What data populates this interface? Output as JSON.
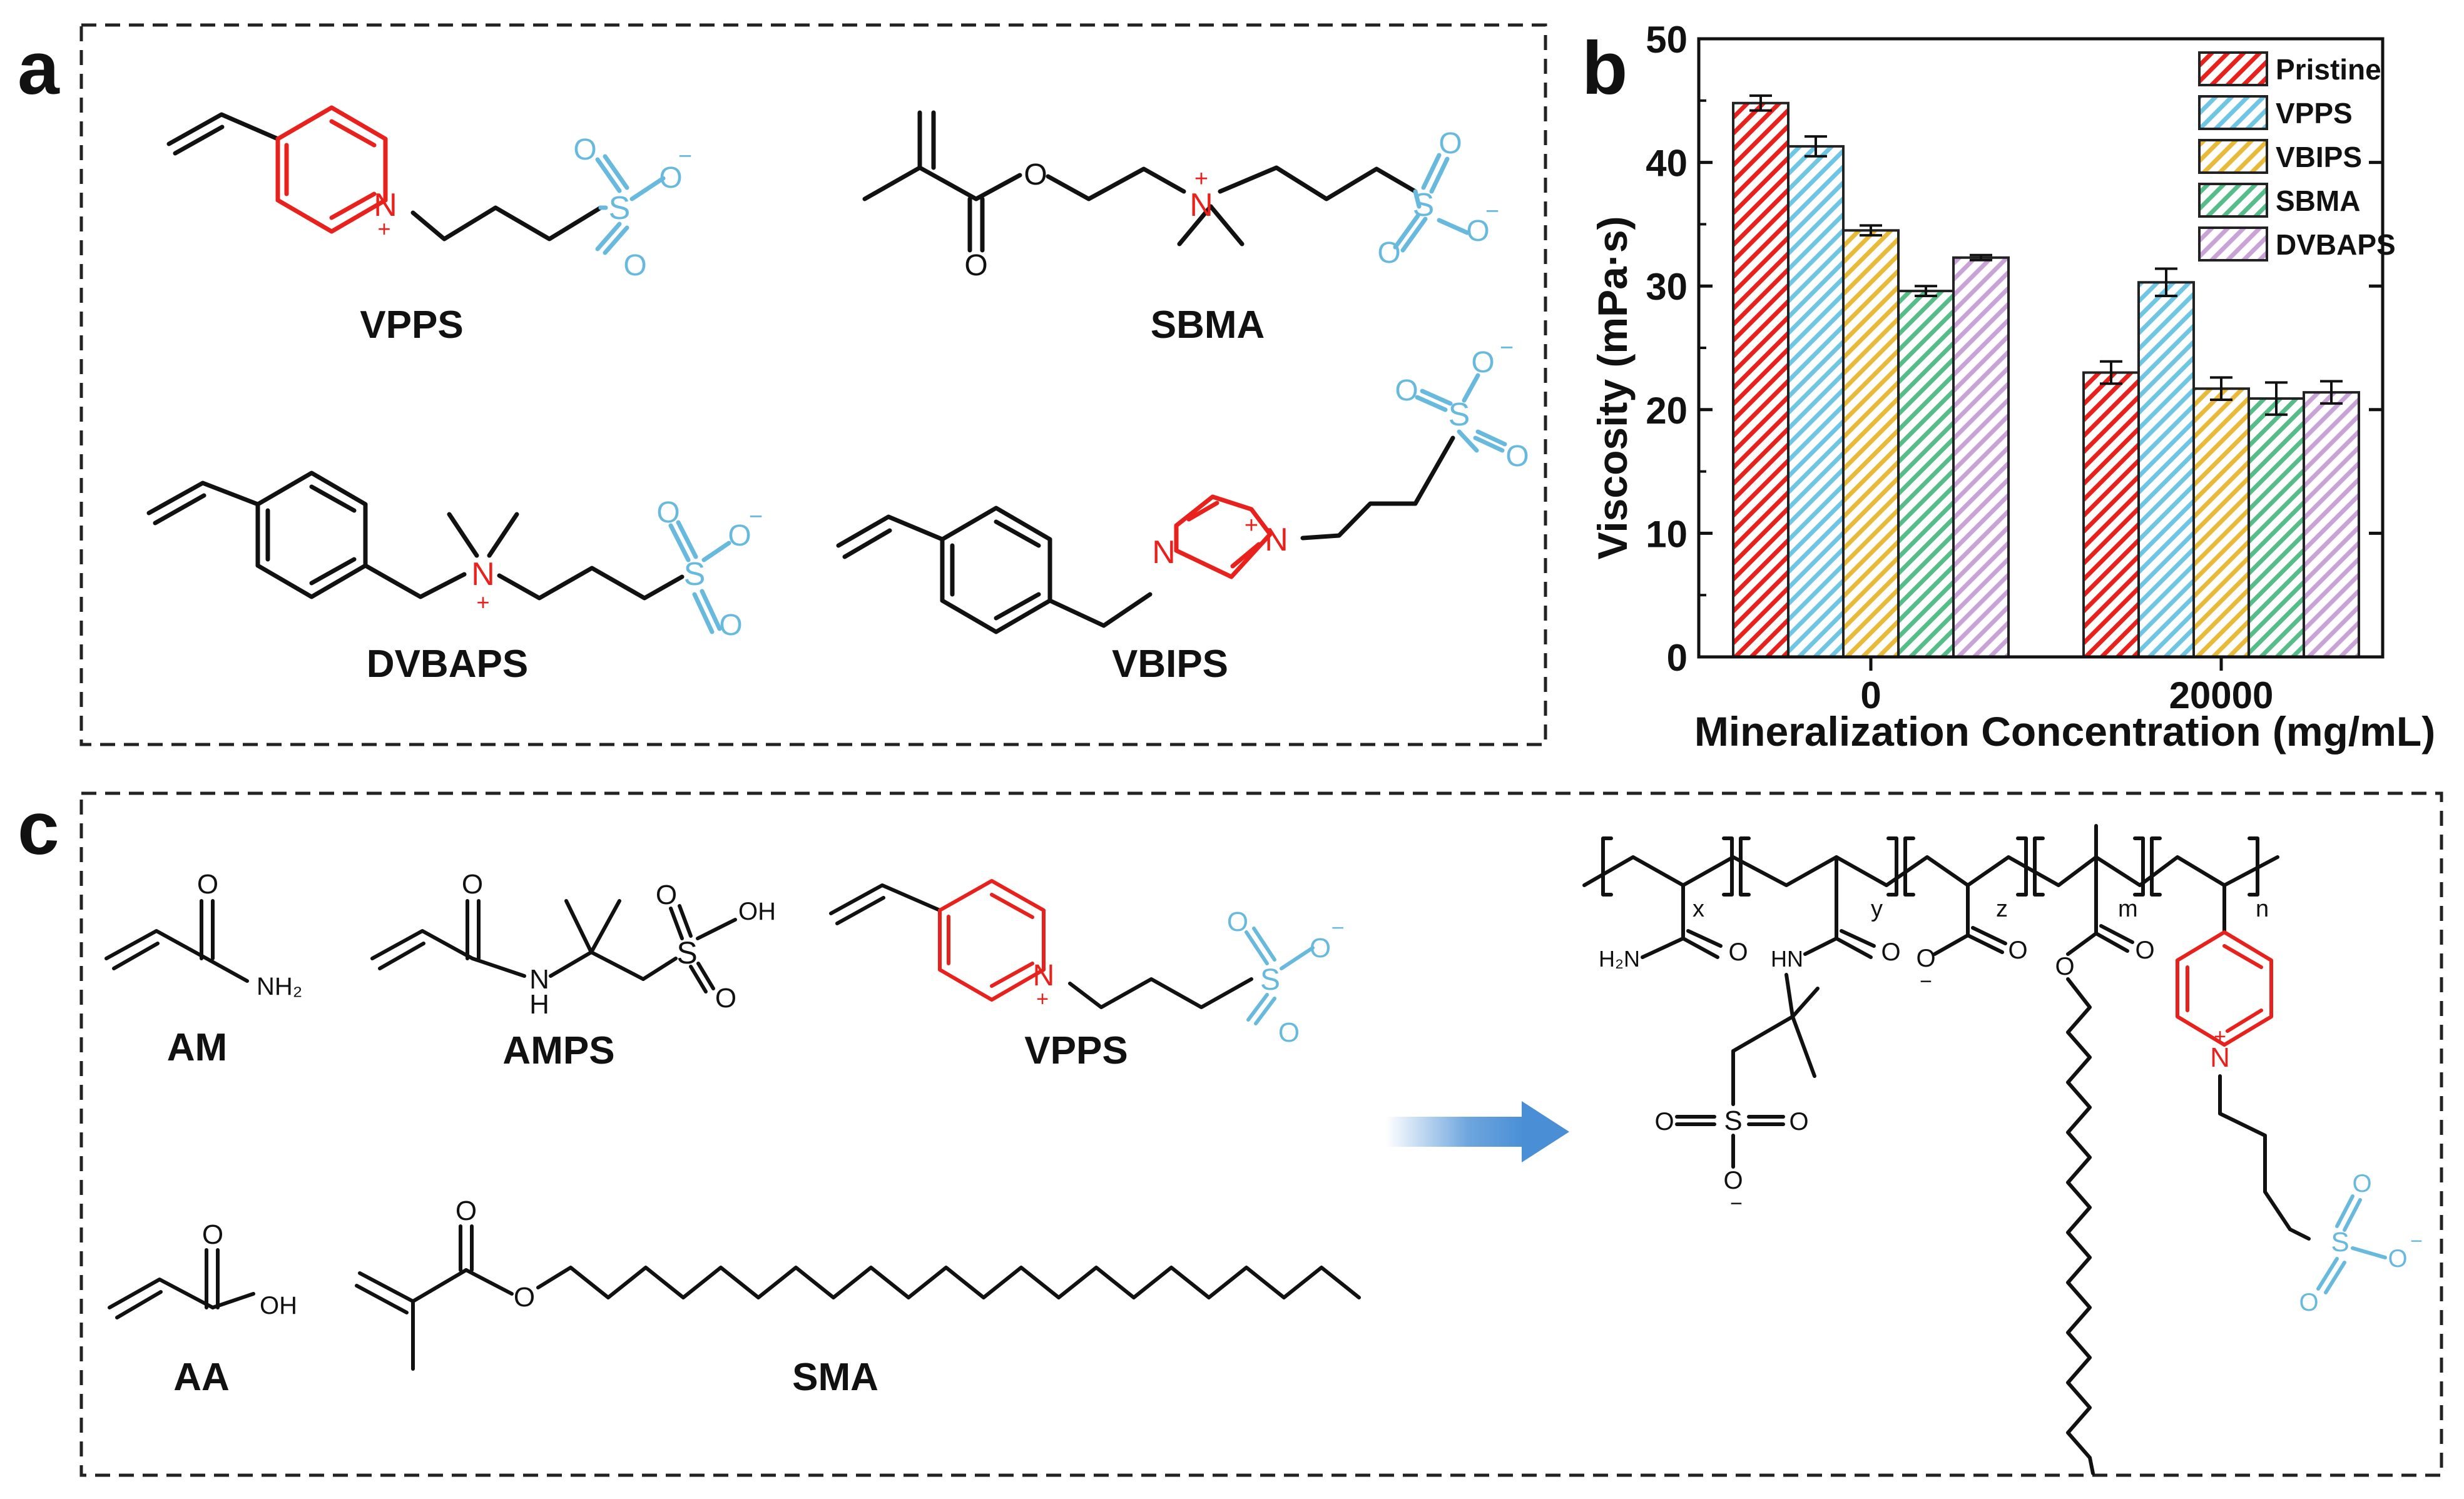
{
  "panel_labels": {
    "a": "a",
    "b": "b",
    "c": "c"
  },
  "colors": {
    "ring": "#e8211d",
    "sulfonate": "#68b9de",
    "bond": "#111111",
    "arrow": "#4a8fd6",
    "pristine": "#e8211d",
    "vpps": "#6ec6e4",
    "vbips": "#e9ba39",
    "sbma": "#57bd88",
    "dvbaps": "#c9a3d8"
  },
  "panel_a": {
    "vpps": {
      "name": "VPPS",
      "n": "N",
      "plus": "+",
      "s": "S",
      "o": "O",
      "minus": "−"
    },
    "sbma": {
      "name": "SBMA",
      "o": "O",
      "n": "N",
      "plus": "+",
      "s": "S",
      "minus": "−"
    },
    "dvbaps": {
      "name": "DVBAPS",
      "n": "N",
      "plus": "+",
      "s": "S",
      "o": "O",
      "minus": "−"
    },
    "vbips": {
      "name": "VBIPS",
      "n": "N",
      "plus": "+",
      "s": "S",
      "o": "O",
      "minus": "−"
    }
  },
  "panel_c": {
    "am": {
      "name": "AM",
      "o": "O",
      "nh2": "NH₂"
    },
    "amps": {
      "name": "AMPS",
      "o": "O",
      "nh": "N",
      "h": "H",
      "s": "S",
      "oh": "OH"
    },
    "vpps": {
      "name": "VPPS",
      "n": "N",
      "plus": "+",
      "s": "S",
      "o": "O",
      "minus": "−"
    },
    "aa": {
      "name": "AA",
      "o": "O",
      "oh": "OH"
    },
    "sma": {
      "name": "SMA",
      "o": "O"
    },
    "polymer": {
      "x": "x",
      "y": "y",
      "z": "z",
      "m": "m",
      "n": "n",
      "h2n": "H₂N",
      "o": "O",
      "hn": "HN",
      "s": "S",
      "nring": "N",
      "plus": "+",
      "minus": "−"
    }
  },
  "chart_data": {
    "type": "bar",
    "categories": [
      "0",
      "20000"
    ],
    "series": [
      {
        "name": "Pristine",
        "values": [
          44.8,
          23.0
        ],
        "errors": [
          0.6,
          0.9
        ]
      },
      {
        "name": "VPPS",
        "values": [
          41.3,
          30.3
        ],
        "errors": [
          0.8,
          1.1
        ]
      },
      {
        "name": "VBIPS",
        "values": [
          34.5,
          21.7
        ],
        "errors": [
          0.4,
          0.9
        ]
      },
      {
        "name": "SBMA",
        "values": [
          29.6,
          20.9
        ],
        "errors": [
          0.4,
          1.3
        ]
      },
      {
        "name": "DVBAPS",
        "values": [
          32.3,
          21.4
        ],
        "errors": [
          0.2,
          0.9
        ]
      }
    ],
    "xlabel": "Mineralization Concentration (mg/mL)",
    "ylabel": "Viscosity (mPa·s)",
    "ylim": [
      0,
      50
    ],
    "yticks": [
      0,
      10,
      20,
      30,
      40,
      50
    ],
    "legend": "top-right",
    "grid": false,
    "hatch": "diagonal"
  }
}
